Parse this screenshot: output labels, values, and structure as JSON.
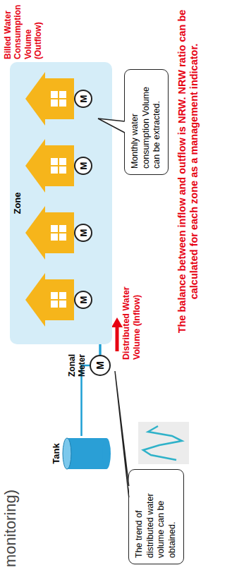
{
  "diagram": {
    "nodes": [
      {
        "text": [
          "Tank"
        ]
      },
      {
        "text": [
          "Zonal Meter",
          "M"
        ]
      },
      {
        "text": [
          "Zone"
        ]
      },
      {
        "text": [
          "M"
        ],
        "in": 2
      },
      {
        "text": [
          "M"
        ],
        "in": 2
      },
      {
        "text": [
          "M"
        ],
        "in": 2
      },
      {
        "text": [
          "M"
        ],
        "in": 2
      },
      {
        "text": [
          "The trend of distributed water volume can be obtained."
        ]
      },
      {
        "text": [
          "Monthly water consumption Volume can be extracted."
        ]
      }
    ],
    "edges": [
      {
        "from": 0,
        "to": 1,
        "arrow": "none"
      },
      {
        "from": 1,
        "to": 3,
        "arrow": "none"
      },
      {
        "from": 1,
        "to": 4,
        "arrow": "none"
      },
      {
        "from": 1,
        "to": 5,
        "arrow": "none"
      },
      {
        "from": 1,
        "to": 6,
        "arrow": "none"
      }
    ],
    "labels": [
      "monitoring)",
      "Distributed Water Volume (Inflow)",
      "Billed Water Consumption Volume (Outflow)",
      "The balance between inflow and outflow is NRW. NRW ratio can be calculated for each zone as a management indicator."
    ]
  }
}
